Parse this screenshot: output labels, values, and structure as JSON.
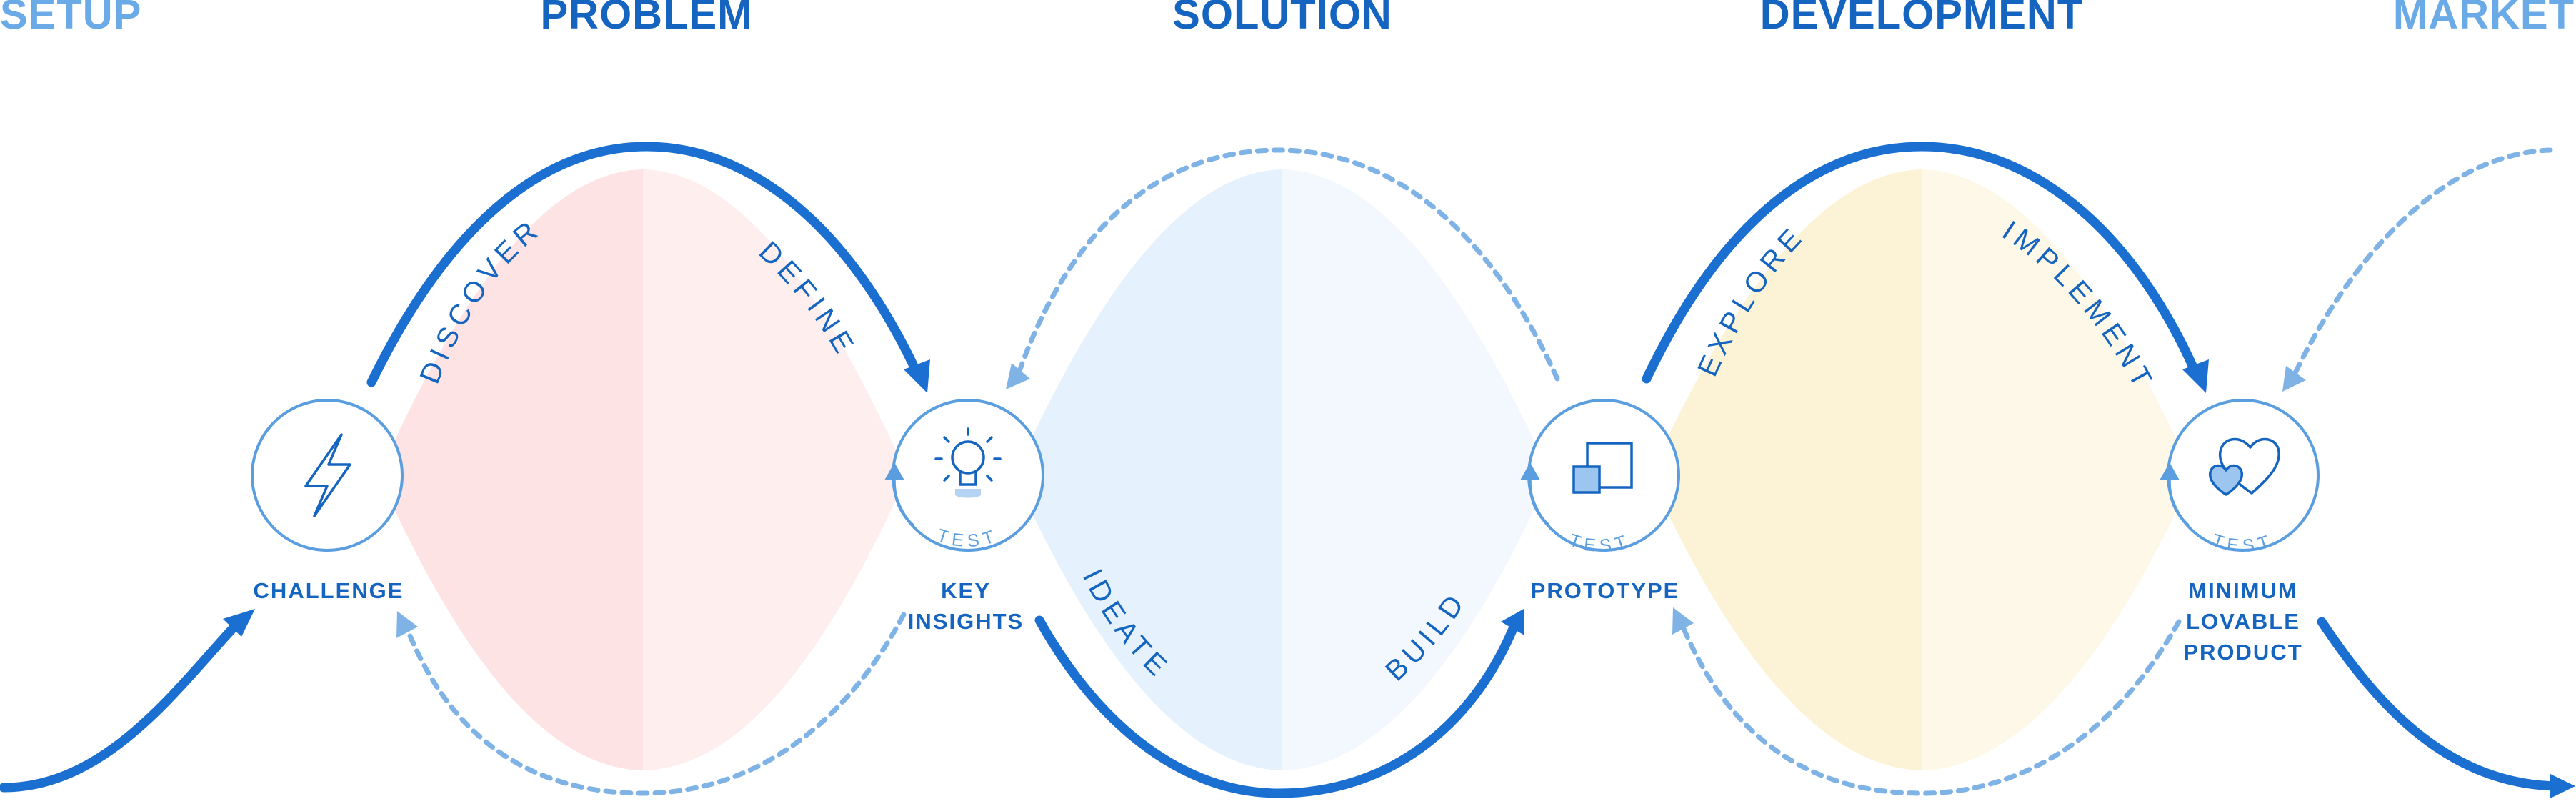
{
  "phases": {
    "setup": "SETUP",
    "problem": "PROBLEM",
    "solution": "SOLUTION",
    "development": "DEVELOPMENT",
    "market": "MARKET"
  },
  "nodes": {
    "challenge": {
      "label": "CHALLENGE",
      "icon": "lightning-icon"
    },
    "key_insights": {
      "label_line1": "KEY",
      "label_line2": "INSIGHTS",
      "icon": "lightbulb-icon",
      "ring": "TEST"
    },
    "prototype": {
      "label": "PROTOTYPE",
      "icon": "squares-icon",
      "ring": "TEST"
    },
    "mlp": {
      "label_line1": "MINIMUM",
      "label_line2": "LOVABLE",
      "label_line3": "PRODUCT",
      "icon": "hearts-icon",
      "ring": "TEST"
    }
  },
  "activities": {
    "discover": "DISCOVER",
    "define": "DEFINE",
    "ideate": "IDEATE",
    "build": "BUILD",
    "explore": "EXPLORE",
    "implement": "IMPLEMENT"
  },
  "colors": {
    "primary": "#1565C0",
    "solid_arrow": "#1a6fd0",
    "light": "#5a9ee0",
    "dashed": "#7fb3e6",
    "problem_fill": "#fde3e3",
    "problem_fill_light": "#feeeee",
    "solution_fill": "#e5f1fc",
    "solution_fill_light": "#f2f8fe",
    "development_fill": "#fcf3d6",
    "development_fill_light": "#fdf8e8"
  }
}
